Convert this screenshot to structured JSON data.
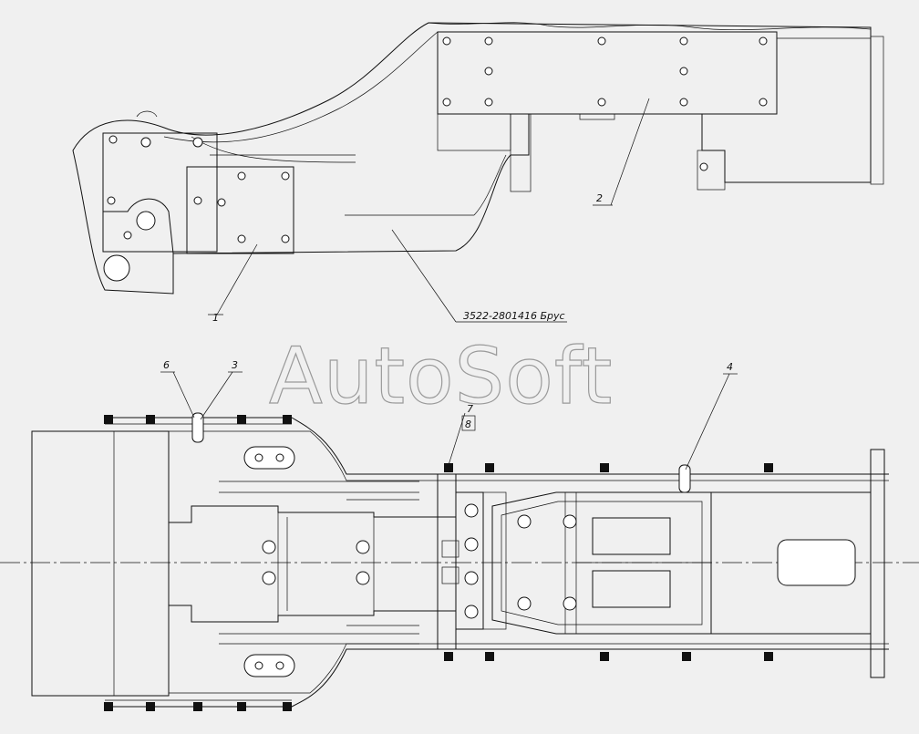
{
  "watermark": "AutoSoft",
  "callouts": {
    "c1": "1",
    "c2": "2",
    "c3": "3",
    "c4": "4",
    "c6": "6",
    "c7": "7",
    "c8": "8",
    "part_name": "3522-2801416 Брус"
  }
}
